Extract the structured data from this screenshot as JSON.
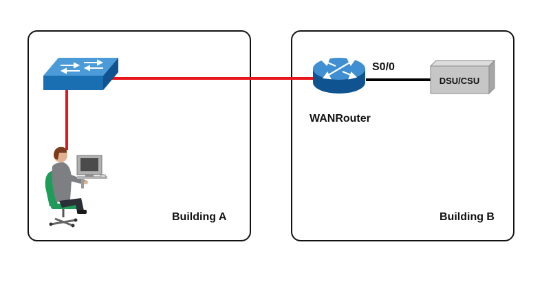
{
  "buildings": {
    "a": {
      "label": "Building A"
    },
    "b": {
      "label": "Building B"
    }
  },
  "devices": {
    "switch": {
      "icon": "switch-icon"
    },
    "pc": {
      "icon": "user-workstation-icon"
    },
    "router": {
      "label": "WANRouter",
      "icon": "router-icon"
    },
    "dsu": {
      "label": "DSU/CSU",
      "icon": "dsu-csu-icon"
    }
  },
  "links": {
    "serial_port": "S0/0"
  },
  "colors": {
    "lan_link": "#e8161c",
    "serial_link": "#000000",
    "device_blue": "#1a6fb3",
    "device_grey": "#c6c6c6"
  }
}
